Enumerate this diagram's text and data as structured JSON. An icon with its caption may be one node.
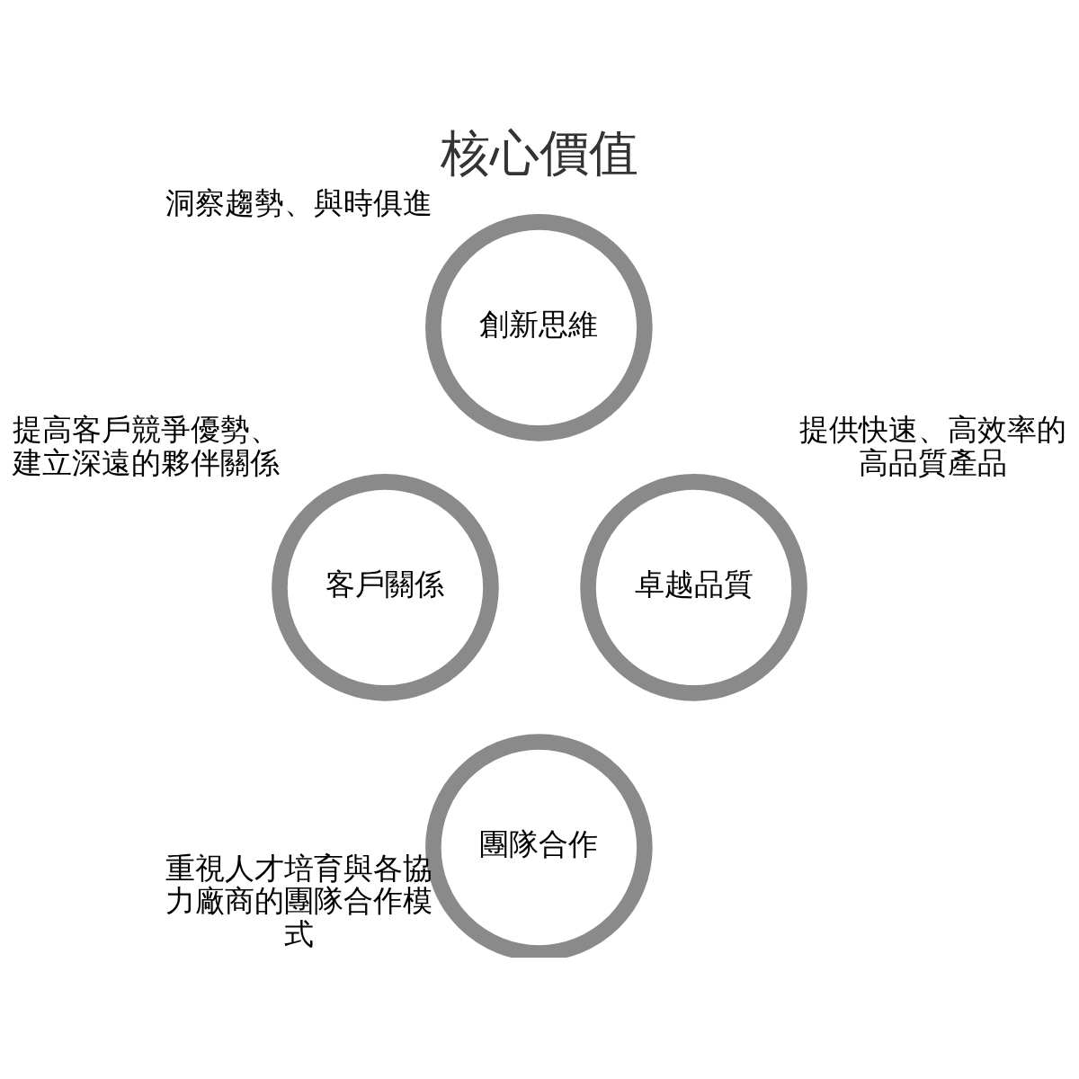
{
  "diagram": {
    "title": "核心價值",
    "nodes": [
      {
        "text": [
          "創新思維"
        ],
        "beside": [
          "洞察趨勢、與時俱進"
        ]
      },
      {
        "text": [
          "客戶關係"
        ],
        "beside": [
          "提高客戶競爭優勢、建立深遠的夥伴關係"
        ]
      },
      {
        "text": [
          "卓越品質"
        ],
        "beside": [
          "提供快速、高效率的高品質產品"
        ]
      },
      {
        "text": [
          "團隊合作"
        ],
        "beside": [
          "重視人才培育與各協力廠商的團隊合作模式"
        ]
      }
    ],
    "edges": []
  }
}
